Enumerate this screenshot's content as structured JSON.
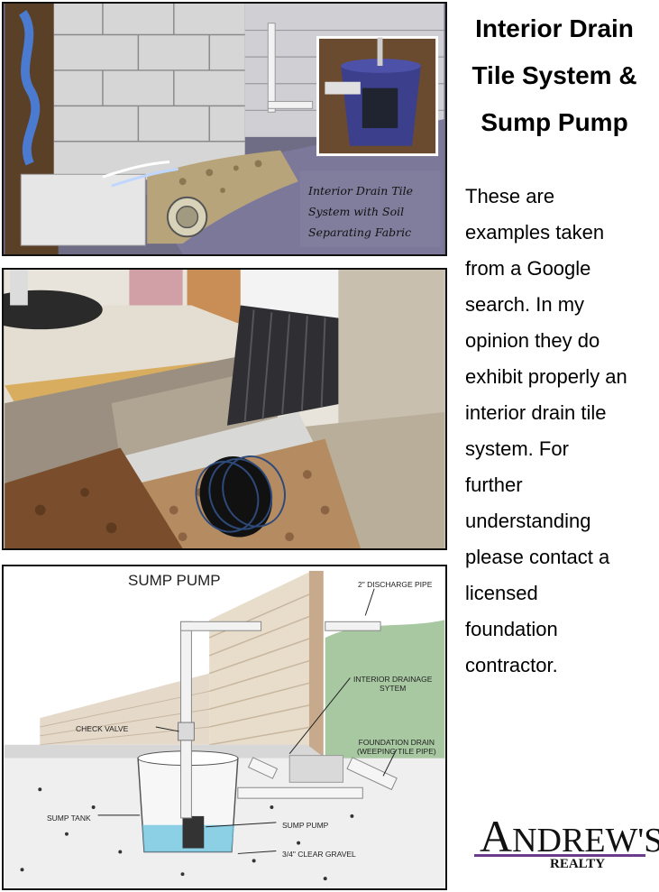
{
  "heading": {
    "lines": [
      "Interior Drain",
      "Tile System &",
      "Sump Pump"
    ]
  },
  "body": {
    "lines": [
      "These are",
      "examples taken",
      "from a Google",
      "search.  In my",
      "opinion they do",
      "exhibit properly an",
      "interior drain tile",
      "system.  For",
      "further",
      "understanding",
      "please contact a",
      "licensed",
      "foundation",
      "contractor."
    ]
  },
  "panel1": {
    "caption_lines": [
      "Interior Drain Tile",
      "System with Soil",
      "Separating Fabric"
    ]
  },
  "panel3": {
    "title": "SUMP PUMP",
    "labels": {
      "discharge_pipe": "2\" DISCHARGE PIPE",
      "interior_drainage_1": "INTERIOR DRAINAGE",
      "interior_drainage_2": "SYTEM",
      "check_valve": "CHECK VALVE",
      "foundation_drain_1": "FOUNDATION DRAIN",
      "foundation_drain_2": "(WEEPING TILE PIPE)",
      "sump_tank": "SUMP TANK",
      "sump_pump": "SUMP PUMP",
      "clear_gravel": "3/4\" CLEAR GRAVEL"
    }
  },
  "logo": {
    "initial": "A",
    "rest": "NDREW'S",
    "sub": "REALTY",
    "accent_color": "#6b3b8c"
  }
}
